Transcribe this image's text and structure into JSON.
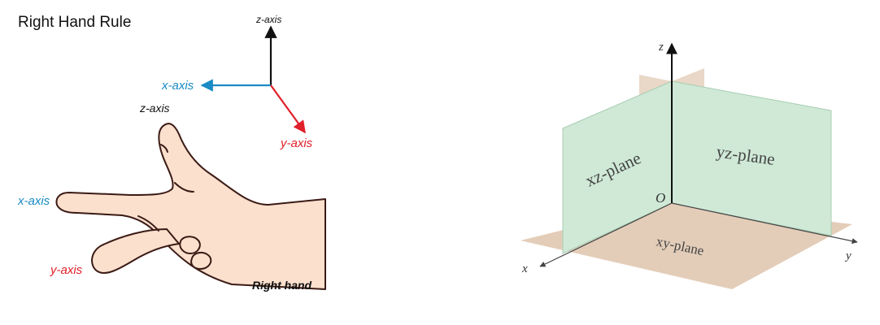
{
  "left_panel": {
    "title": "Right Hand Rule",
    "axes_icon": {
      "z_label": "z-axis",
      "x_label": "x-axis",
      "y_label": "y-axis"
    },
    "hand": {
      "z_label": "z-axis",
      "x_label": "x-axis",
      "y_label": "y-axis",
      "caption": "Right hand"
    }
  },
  "right_panel": {
    "axes": {
      "x": "x",
      "y": "y",
      "z": "z",
      "origin": "O"
    },
    "planes": {
      "xz": "xz-plane",
      "yz": "yz-plane",
      "xy": "xy-plane"
    }
  },
  "colors": {
    "x_axis": "#1a8bc4",
    "y_axis": "#e0202a",
    "z_axis": "#111111",
    "skin": "#fbe0cd",
    "skin_outline": "#3a1a14",
    "vertical_plane": "#cfe9d6",
    "horizontal_plane": "#e3cdb9"
  }
}
